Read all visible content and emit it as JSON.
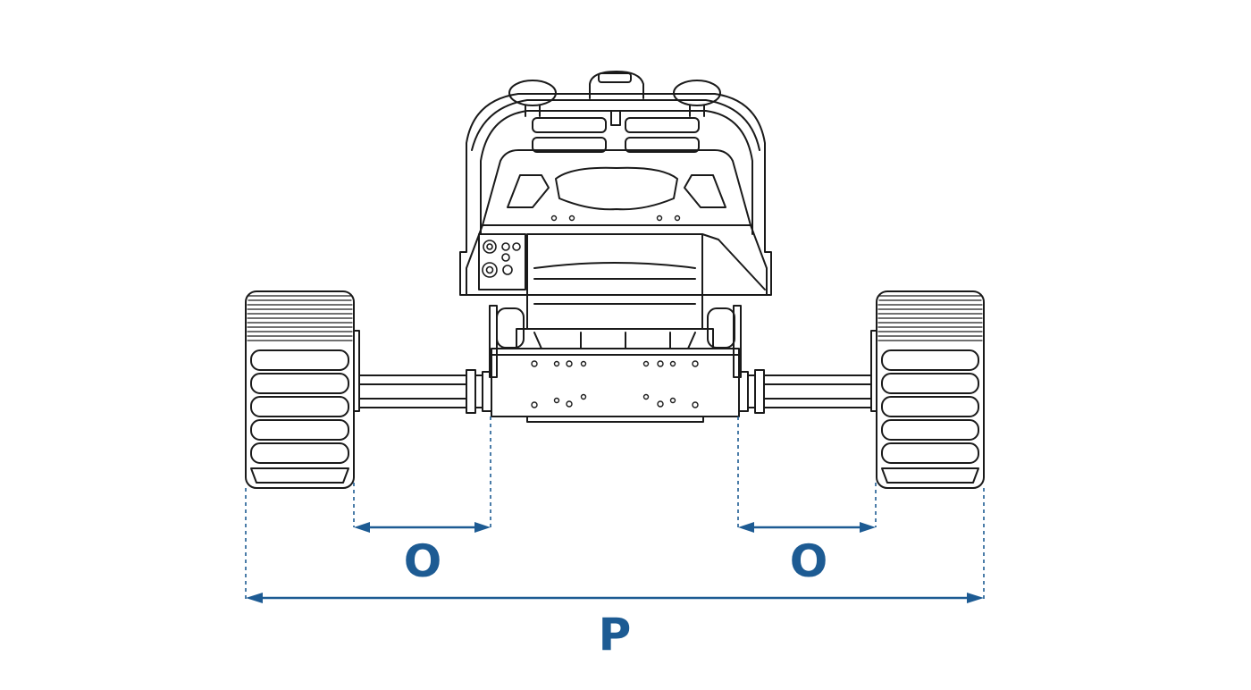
{
  "labels": {
    "left_offset": "O",
    "right_offset": "O",
    "overall_width": "P"
  },
  "colors": {
    "dimension": "#1d5b93",
    "line": "#1a1a1a",
    "background": "#ffffff"
  }
}
